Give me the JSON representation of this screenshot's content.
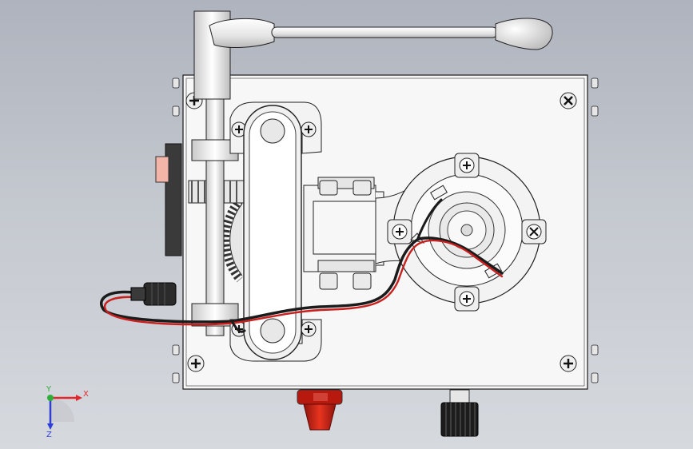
{
  "view": {
    "background_top": "#aeb3bd",
    "background_bottom": "#d6d9de",
    "part_color": "#f7f7f7",
    "edge_color": "#1a1a1a"
  },
  "triad": {
    "x_label": "X",
    "y_label": "Y",
    "z_label": "Z",
    "x_color": "#e3262b",
    "y_color": "#2fae3a",
    "z_color": "#2f3fd6"
  },
  "wire": {
    "red": "#c8201e",
    "black": "#1b1b1b"
  },
  "knobs": {
    "red_knob_color": "#c41d13",
    "black_knob_color": "#1c1c1c"
  }
}
